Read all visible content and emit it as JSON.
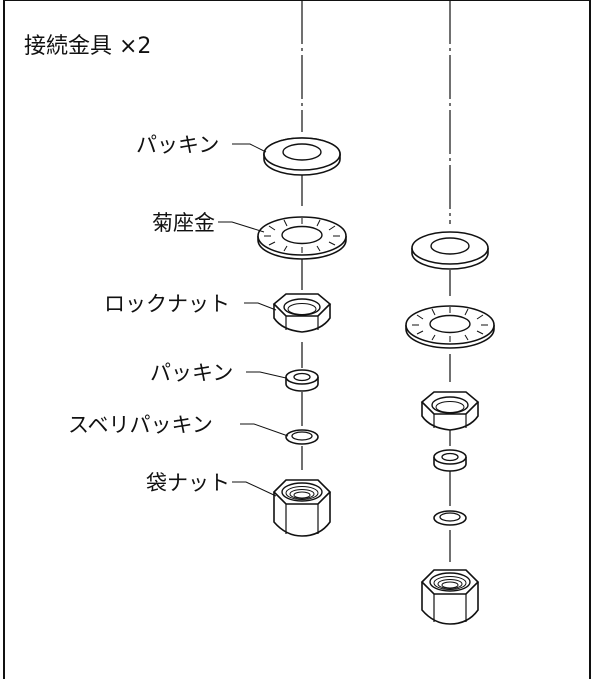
{
  "title": "接続金具 ×2",
  "labels": {
    "packing_top": "パッキン",
    "washer": "菊座金",
    "locknut": "ロックナット",
    "packing_small": "パッキン",
    "slip_packing": "スベリパッキン",
    "cap_nut": "袋ナット"
  }
}
